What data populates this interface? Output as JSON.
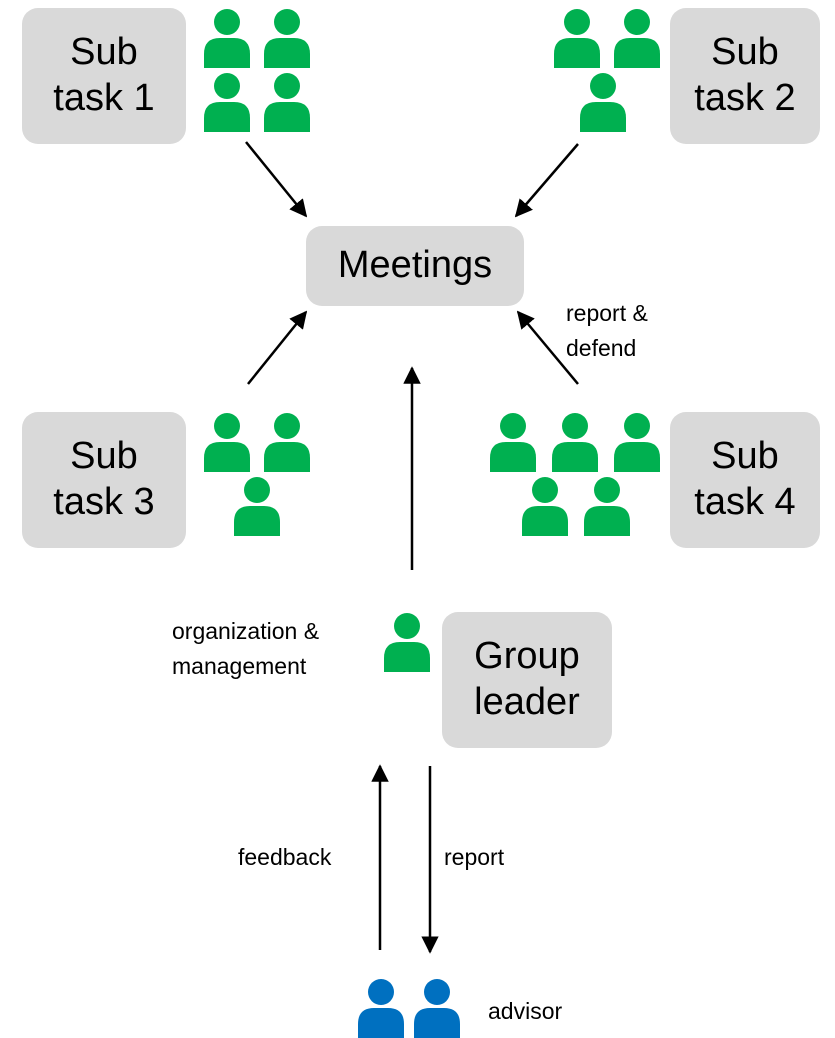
{
  "colors": {
    "team": "#00b050",
    "advisor": "#0070c0",
    "box_fill": "#d9d9d9",
    "arrow": "#000000"
  },
  "icons": {
    "member": "person-icon",
    "advisor": "person-icon"
  },
  "nodes": {
    "subtask1": {
      "line1": "Sub",
      "line2": "task 1"
    },
    "subtask2": {
      "line1": "Sub",
      "line2": "task 2"
    },
    "subtask3": {
      "line1": "Sub",
      "line2": "task 3"
    },
    "subtask4": {
      "line1": "Sub",
      "line2": "task 4"
    },
    "meetings": {
      "label": "Meetings"
    },
    "group_leader": {
      "line1": "Group",
      "line2": "leader"
    }
  },
  "edge_labels": {
    "report_defend": {
      "line1": "report &",
      "line2": "defend"
    },
    "organization": {
      "line1": "organization &",
      "line2": "management"
    },
    "feedback": "feedback",
    "report": "report",
    "advisor": "advisor"
  },
  "team_sizes": {
    "subtask1": 4,
    "subtask2": 3,
    "subtask3": 3,
    "subtask4": 5,
    "group_leader": 1,
    "advisor": 2
  }
}
